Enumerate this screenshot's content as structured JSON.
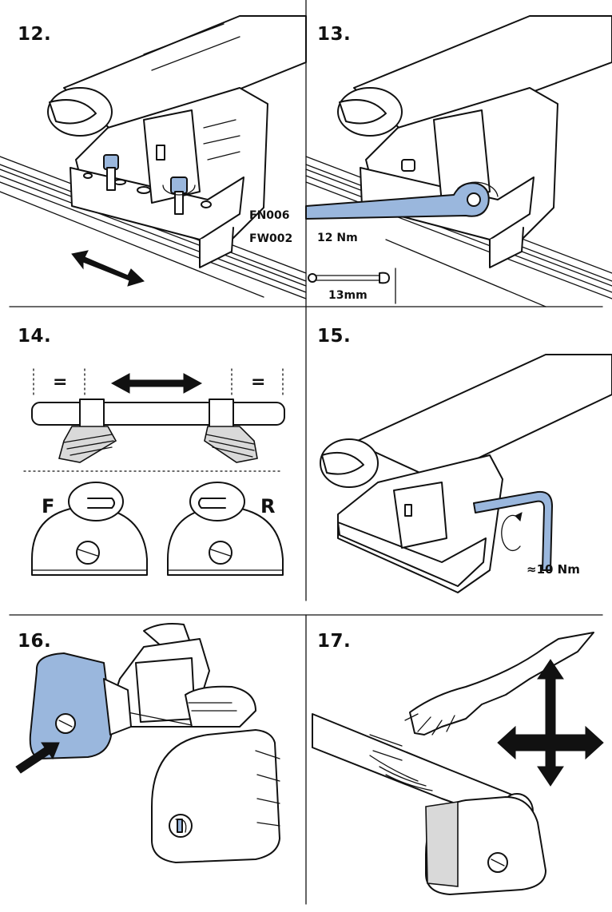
{
  "steps": {
    "s12": {
      "number": "12.",
      "codes": [
        "FN006",
        "FW002"
      ]
    },
    "s13": {
      "number": "13.",
      "torque": "12 Nm",
      "tool_size": "13mm"
    },
    "s14": {
      "number": "14.",
      "equal_left": "=",
      "equal_right": "=",
      "front_label": "F",
      "rear_label": "R"
    },
    "s15": {
      "number": "15.",
      "torque": "≈10 Nm"
    },
    "s16": {
      "number": "16."
    },
    "s17": {
      "number": "17."
    }
  },
  "colors": {
    "highlight": "#9ab7dd",
    "ink": "#111111"
  },
  "icons": [
    "double-arrow-icon",
    "wrench-icon",
    "rotation-arrow-icon",
    "hex-key-icon",
    "push-arrow-icon",
    "four-way-arrow-icon",
    "hand-icon"
  ]
}
